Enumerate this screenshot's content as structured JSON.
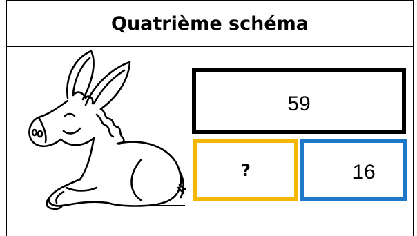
{
  "title": "Quatrième schéma",
  "diagram": {
    "total": "59",
    "unknown": "?",
    "part": "16"
  },
  "colors": {
    "total_border": "#000000",
    "unknown_border": "#f5b800",
    "part_border": "#1f78c8"
  },
  "illustration": "donkey-drawing"
}
